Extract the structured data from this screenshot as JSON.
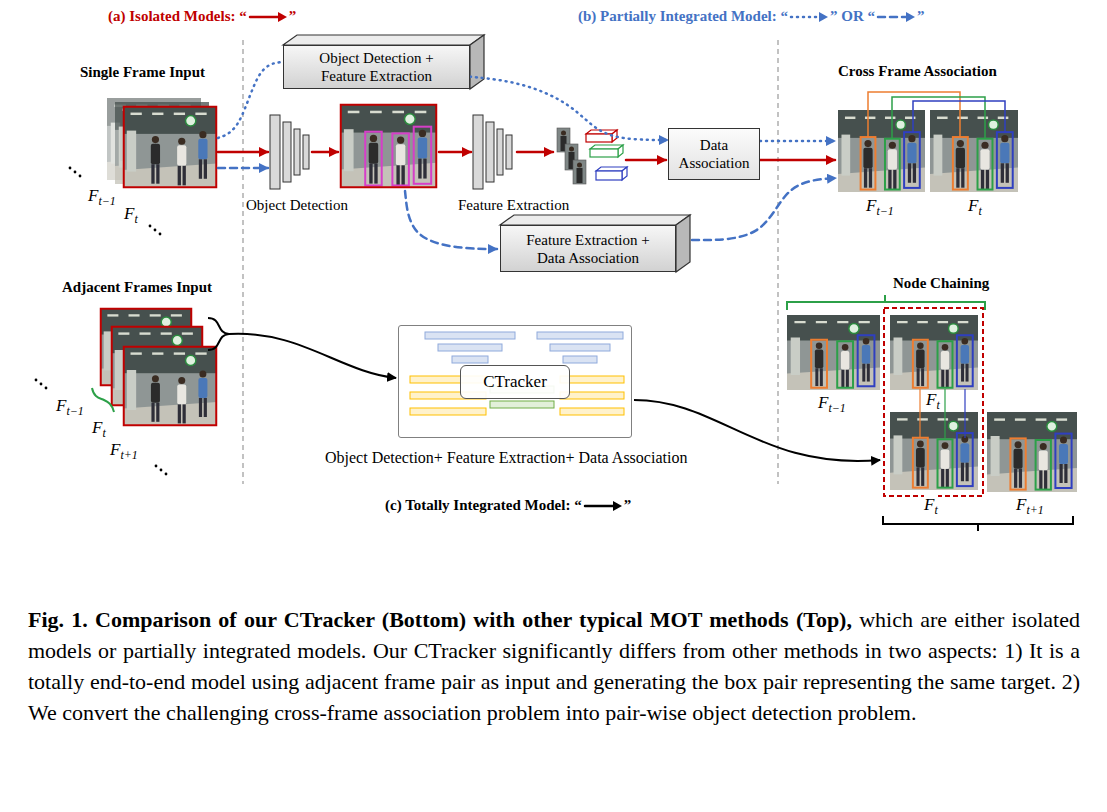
{
  "diagram": {
    "caption": "Fig. 1. Comparison of our CTracker (Bottom) with other typical MOT methods (Top), which are either isolated models or partially integrated models. Our CTracker significantly differs from other methods in two aspects: 1) It is a totally end-to-end model using adjacent frame pair as input and generating the box pair representing the same target. 2) We convert the challenging cross-frame association problem into pair-wise object detection problem.",
    "nodes": [
      {
        "text": [
          "Object Detection + Feature Extraction"
        ]
      },
      {
        "text": [
          "Data Association"
        ]
      },
      {
        "text": [
          "Feature Extraction + Data Association"
        ]
      },
      {
        "text": [
          "CTracker"
        ]
      }
    ],
    "edges": [
      {
        "from": 0,
        "to": 1,
        "arrow": "to"
      }
    ],
    "labels": [
      "(a) Isolated Models: “",
      "”",
      "(b) Partially Integrated Model: “",
      "” OR “",
      "”",
      "Single Frame Input",
      "Cross Frame Association",
      "Object Detection",
      "Feature Extraction",
      "Ft−1",
      "Ft",
      "Ft−1",
      "Ft",
      "Adjacent Frames Input",
      "Node Chaining",
      "Ft−1",
      "Ft",
      "Ft+1",
      "Ft−1",
      "Ft",
      "Object Detection+ Feature Extraction+ Data Association",
      "Ft",
      "Ft+1",
      "(c) Totally Integrated Model: “",
      "”"
    ]
  }
}
